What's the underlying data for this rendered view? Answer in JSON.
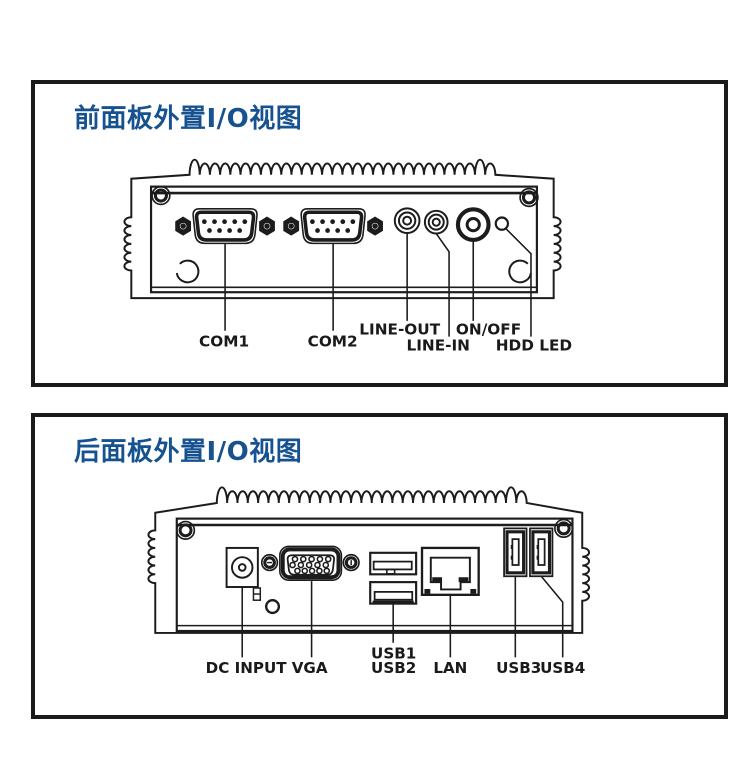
{
  "page": {
    "type": "hardware-manual-io-diagrams",
    "background": "#ffffff"
  },
  "colors": {
    "title_blue": "#175290",
    "line_black": "#1c1c1c",
    "label_black": "#1a1a1a",
    "box_border": "#1a1a1a"
  },
  "front_panel": {
    "title": "前面板外置I/O视图",
    "labels": {
      "com1": "COM1",
      "com2": "COM2",
      "line_out": "LINE-OUT",
      "line_in": "LINE-IN",
      "on_off": "ON/OFF",
      "hdd_led": "HDD LED"
    },
    "ports": [
      "com1-db9",
      "com2-db9",
      "line-out-audio-jack",
      "line-in-audio-jack",
      "power-button",
      "hdd-led-indicator"
    ]
  },
  "rear_panel": {
    "title": "后面板外置I/O视图",
    "labels": {
      "dc_input": "DC INPUT",
      "vga": "VGA",
      "usb1": "USB1",
      "usb2": "USB2",
      "lan": "LAN",
      "usb3": "USB3",
      "usb4": "USB4"
    },
    "ports": [
      "dc-power-jack",
      "vga-connector",
      "usb1-port",
      "usb2-port",
      "lan-rj45-port",
      "usb3-port",
      "usb4-port"
    ]
  }
}
